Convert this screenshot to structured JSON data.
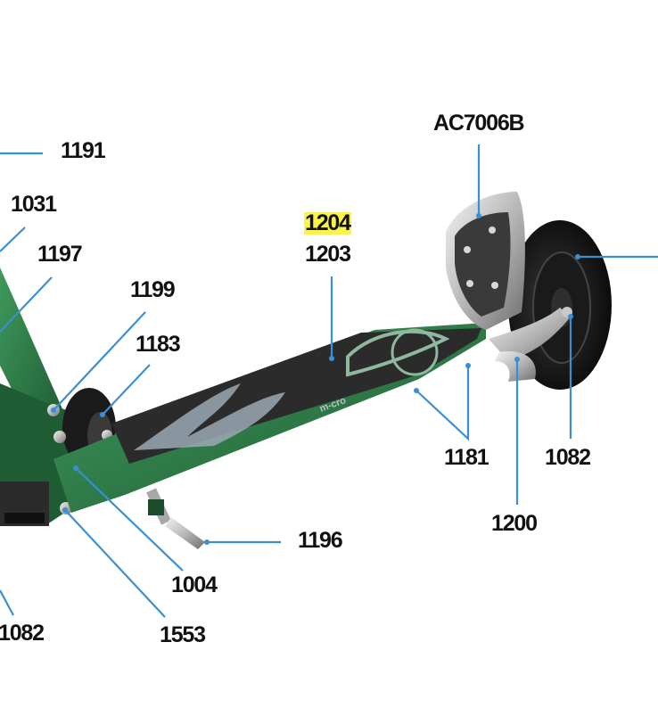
{
  "labels": {
    "p1191": "1191",
    "p1031": "1031",
    "p1197": "1197",
    "p1199": "1199",
    "p1183": "1183",
    "p1204": "1204",
    "p1203": "1203",
    "pAC7006B": "AC7006B",
    "p1181": "1181",
    "p1082_right": "1082",
    "p1200": "1200",
    "p1196": "1196",
    "p1004": "1004",
    "p1553": "1553",
    "p1082_left": "1082"
  },
  "deck_text": "m-cro",
  "colors": {
    "leader": "#3a8fd4",
    "frame_green": "#2f7a48",
    "deck_grip": "#2b2b2b",
    "flame": "#9aa9b4",
    "highlight": "#fbf34a",
    "label": "#111111"
  },
  "icons": [
    "scooter-deck",
    "rear-wheel",
    "rear-brake-fender",
    "kickstand",
    "folding-mechanism"
  ]
}
